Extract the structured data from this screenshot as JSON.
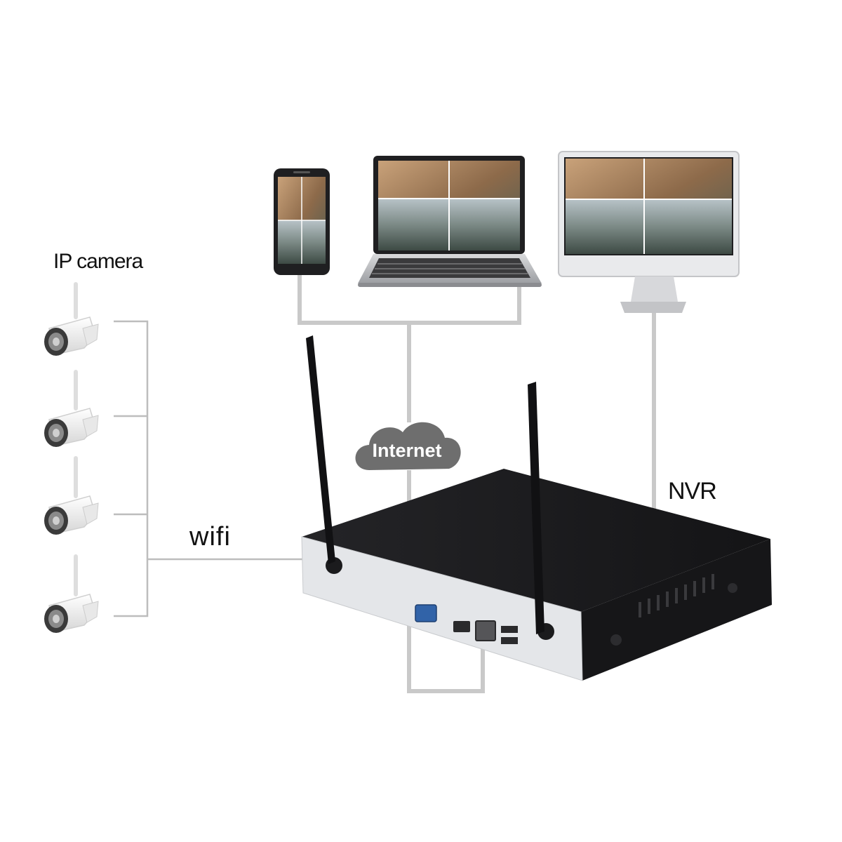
{
  "labels": {
    "ip_camera": "IP camera",
    "wifi": "wifi",
    "internet": "Internet",
    "nvr": "NVR"
  },
  "colors": {
    "nvr_body": "#1c1c1e",
    "nvr_front": "#e4e6e9",
    "cloud": "#6e6e6e",
    "wire": "#c9c9c9",
    "device_frame": "#2a2a2c",
    "camera_body": "#f4f4f4"
  },
  "icons": {
    "cameras": [
      "bullet-camera-icon",
      "bullet-camera-icon",
      "bullet-camera-icon",
      "bullet-camera-icon"
    ],
    "clients": [
      "smartphone-icon",
      "laptop-icon",
      "monitor-icon"
    ],
    "cloud": "cloud-icon",
    "antennas": [
      "antenna-icon",
      "antenna-icon"
    ]
  }
}
